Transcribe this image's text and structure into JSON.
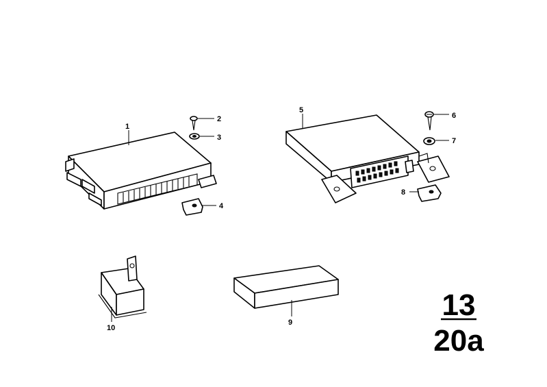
{
  "callouts": {
    "c1": "1",
    "c2": "2",
    "c3": "3",
    "c4": "4",
    "c5": "5",
    "c6": "6",
    "c7": "7",
    "c8": "8",
    "c9": "9",
    "c10": "10"
  },
  "group_label": {
    "top": "13",
    "bottom": "20a"
  },
  "colors": {
    "line": "#000000",
    "background": "#ffffff"
  }
}
